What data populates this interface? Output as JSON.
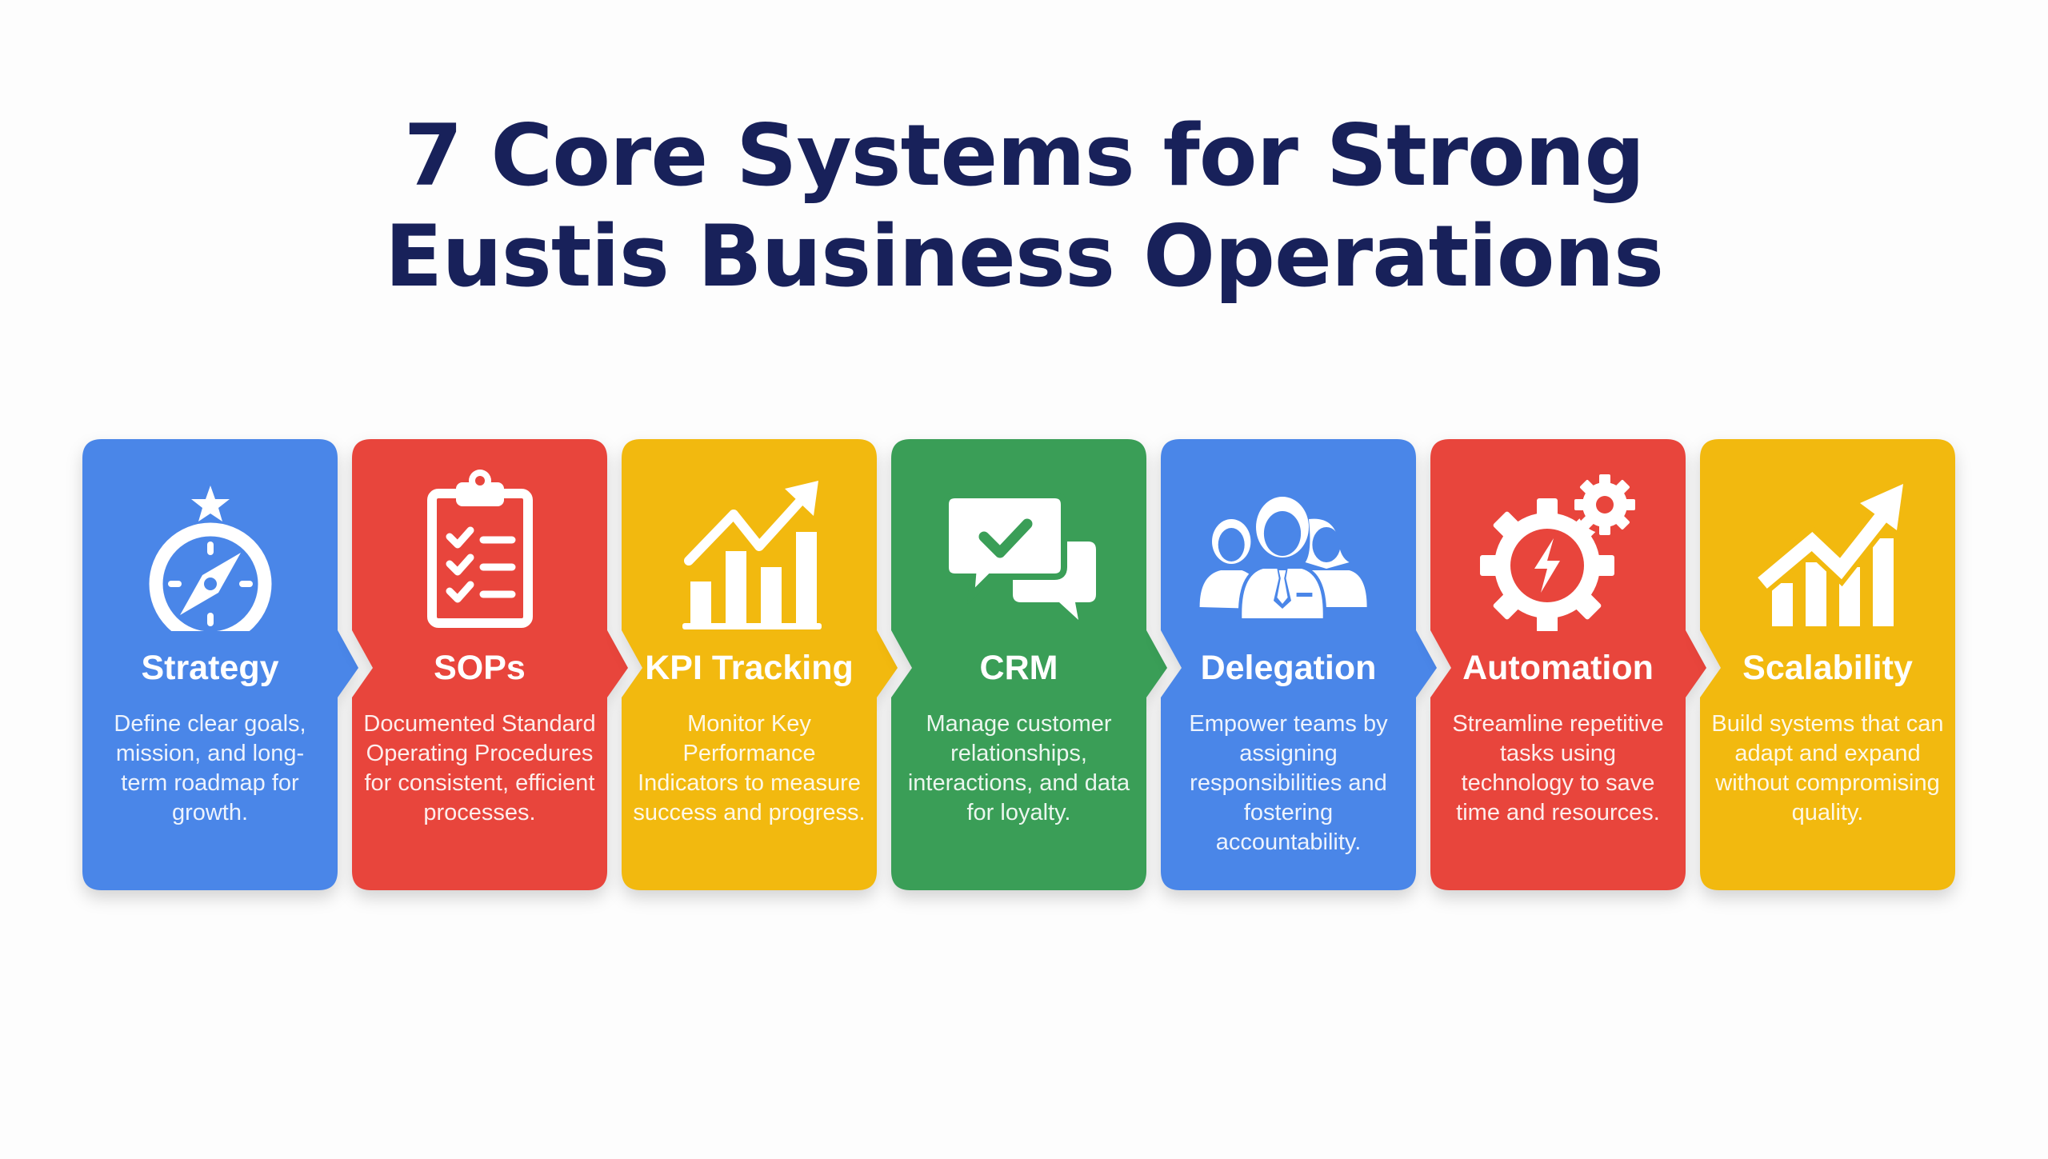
{
  "title": {
    "line1": "7 Core Systems for Strong",
    "line2": "Eustis Business Operations",
    "color": "#18215a"
  },
  "background": "#fdfdfd",
  "cards": [
    {
      "title": "Strategy",
      "icon": "compass-star-icon",
      "color": "#4a86e8",
      "description": "Define clear goals, mission, and long-term roadmap for growth."
    },
    {
      "title": "SOPs",
      "icon": "clipboard-checklist-icon",
      "color": "#e8453c",
      "description": "Documented Standard Operating Procedures for consistent, efficient processes."
    },
    {
      "title": "KPI Tracking",
      "icon": "bar-chart-trend-icon",
      "color": "#f2b90f",
      "description": "Monitor Key Performance Indicators to measure success and progress."
    },
    {
      "title": "CRM",
      "icon": "chat-bubbles-check-icon",
      "color": "#3a9e57",
      "description": "Manage customer relationships, interactions, and data for loyalty."
    },
    {
      "title": "Delegation",
      "icon": "team-people-icon",
      "color": "#4a86e8",
      "description": "Empower teams by assigning responsibilities and fostering accountability."
    },
    {
      "title": "Automation",
      "icon": "gears-lightning-icon",
      "color": "#e8453c",
      "description": "Streamline repetitive tasks using technology to save time and resources."
    },
    {
      "title": "Scalability",
      "icon": "growth-arrow-chart-icon",
      "color": "#f2b90f",
      "description": "Build systems that can adapt and expand without compromising quality."
    }
  ]
}
